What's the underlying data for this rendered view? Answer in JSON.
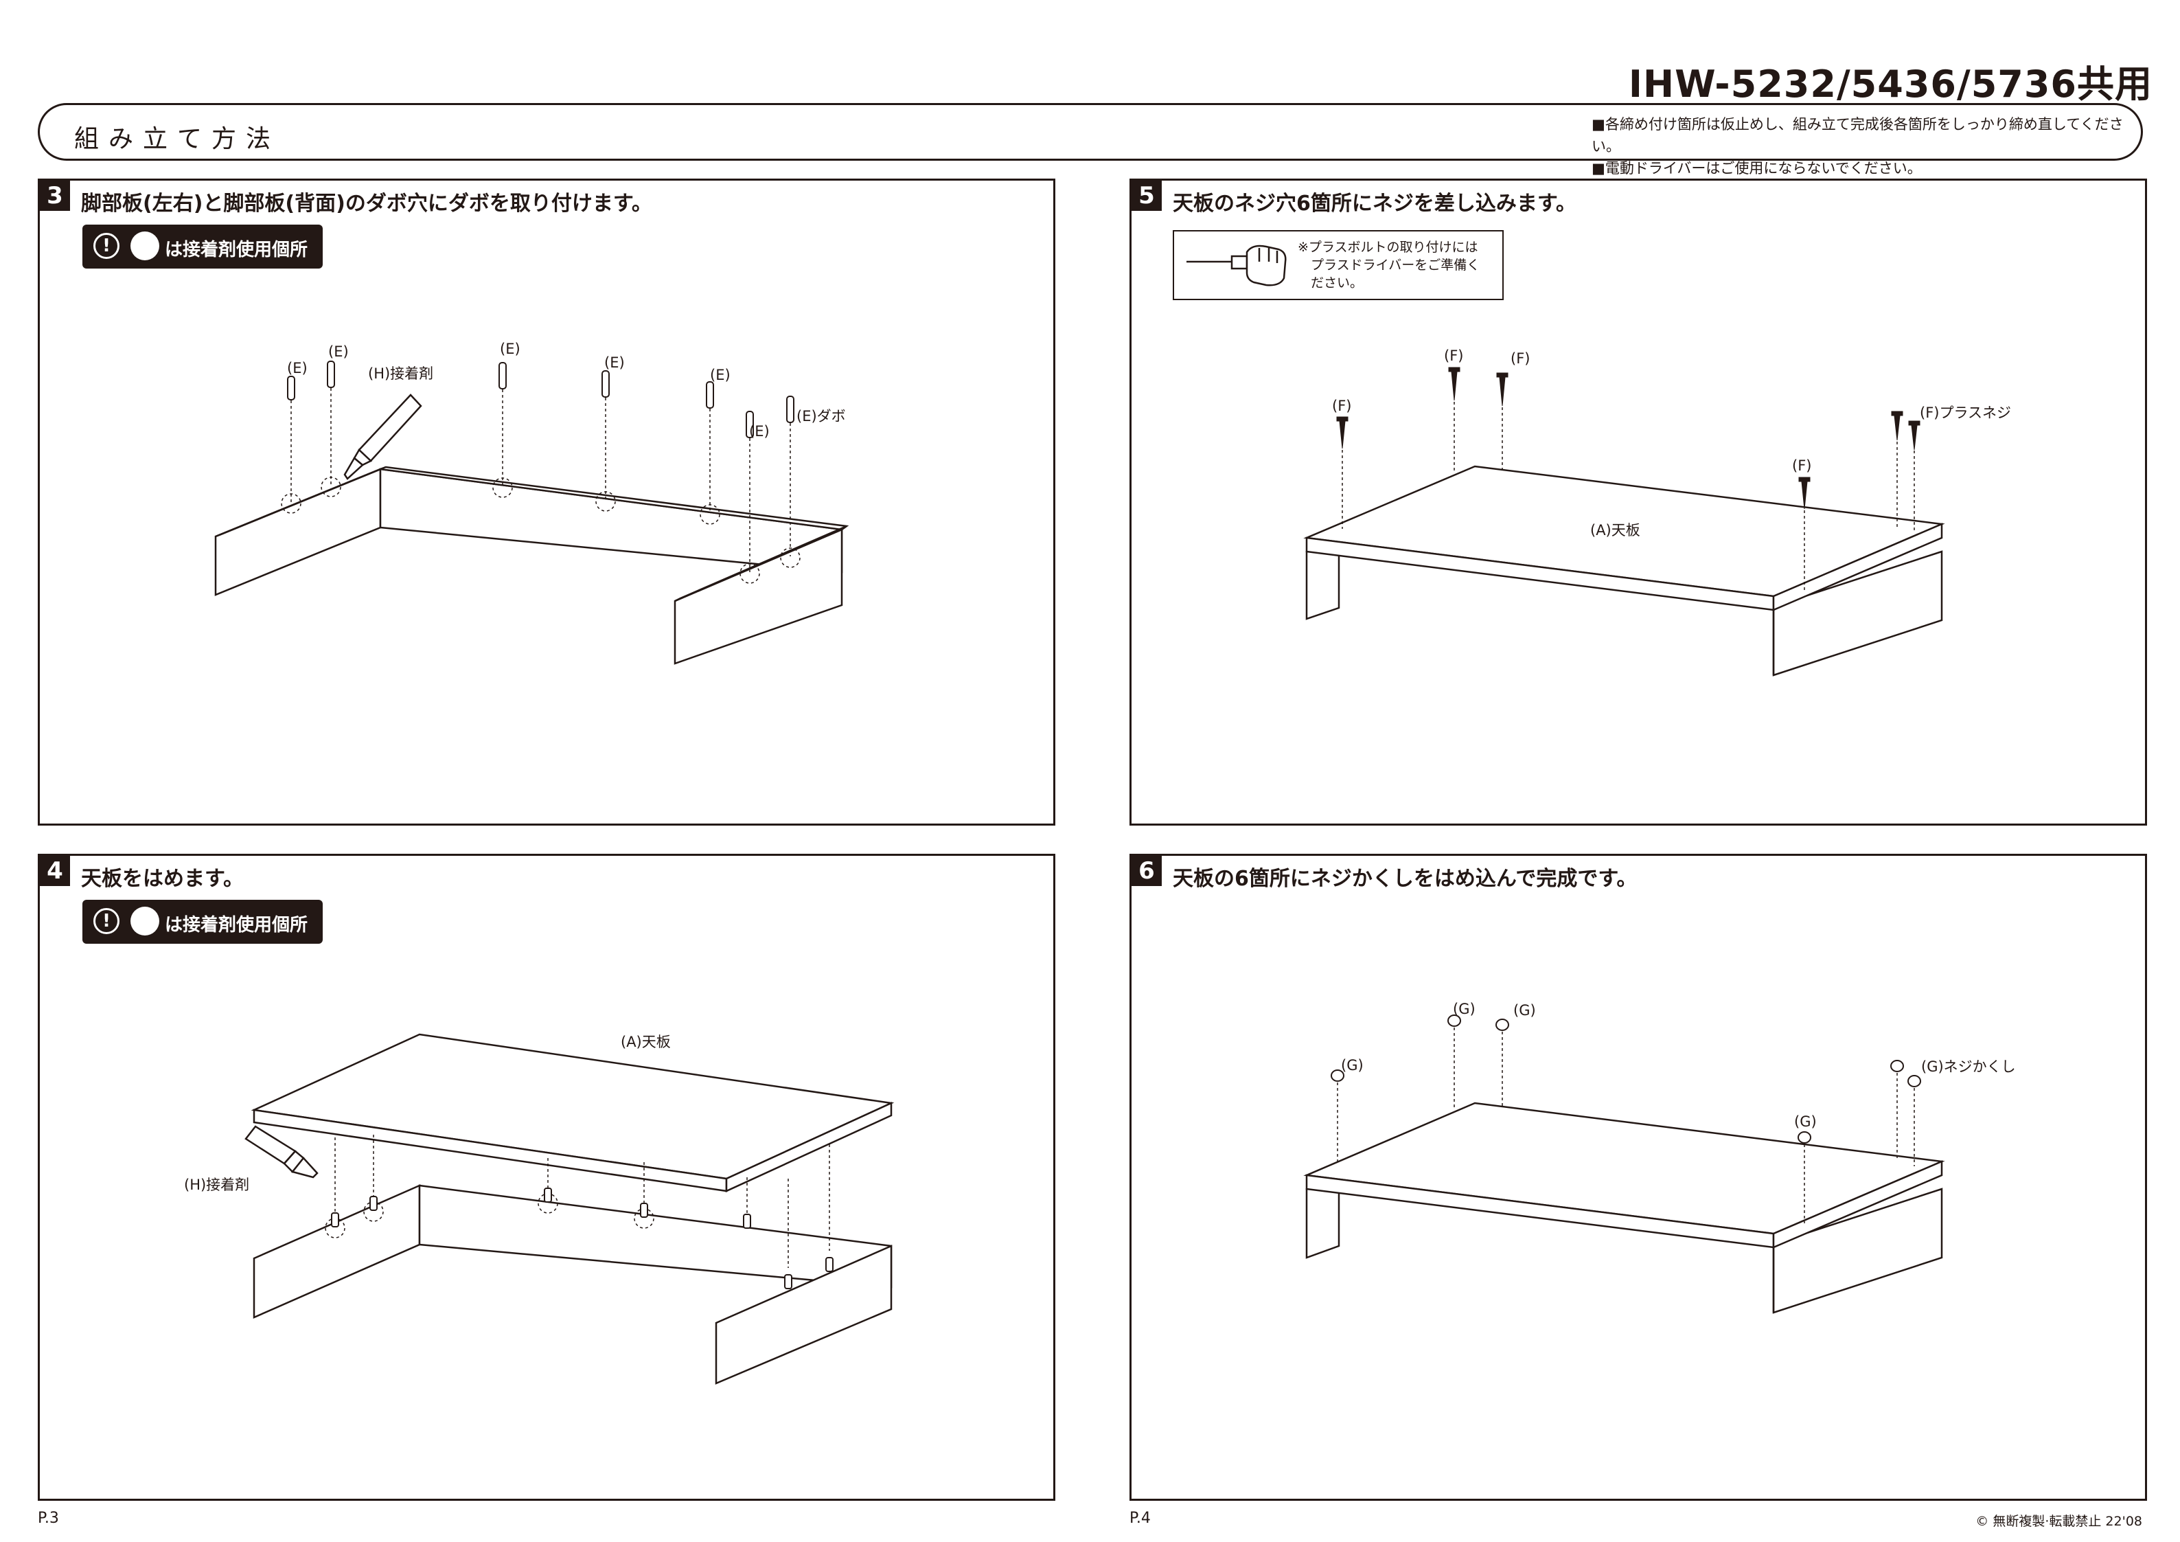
{
  "header": {
    "model": "IHW-5232/5436/5736共用",
    "title": "組み立て方法",
    "notes": [
      "■各締め付け箇所は仮止めし、組み立て完成後各箇所をしっかり締め直してください。",
      "■電動ドライバーはご使用にならないでください。"
    ]
  },
  "glue_badge": {
    "icon": "exclamation-icon",
    "text": "は接着剤使用個所"
  },
  "steps": {
    "s3": {
      "num": "3",
      "title": "脚部板(左右)と脚部板(背面)のダボ穴にダボを取り付けます。",
      "labels": {
        "dowel": "(E)",
        "dowel_named": "(E)ダボ",
        "glue": "(H)接着剤"
      }
    },
    "s4": {
      "num": "4",
      "title": "天板をはめます。",
      "labels": {
        "top": "(A)天板",
        "glue": "(H)接着剤"
      }
    },
    "s5": {
      "num": "5",
      "title": "天板のネジ穴6箇所にネジを差し込みます。",
      "tool_note": "※プラスボルトの取り付けには\n　プラスドライバーをご準備く\n　ださい。",
      "labels": {
        "screw": "(F)",
        "screw_named": "(F)プラスネジ",
        "top": "(A)天板"
      }
    },
    "s6": {
      "num": "6",
      "title": "天板の6箇所にネジかくしをはめ込んで完成です。",
      "labels": {
        "cap": "(G)",
        "cap_named": "(G)ネジかくし"
      }
    }
  },
  "footer": {
    "page_left": "P.3",
    "page_right": "P.4",
    "copyright": "© 無断複製·転載禁止 22'08"
  }
}
